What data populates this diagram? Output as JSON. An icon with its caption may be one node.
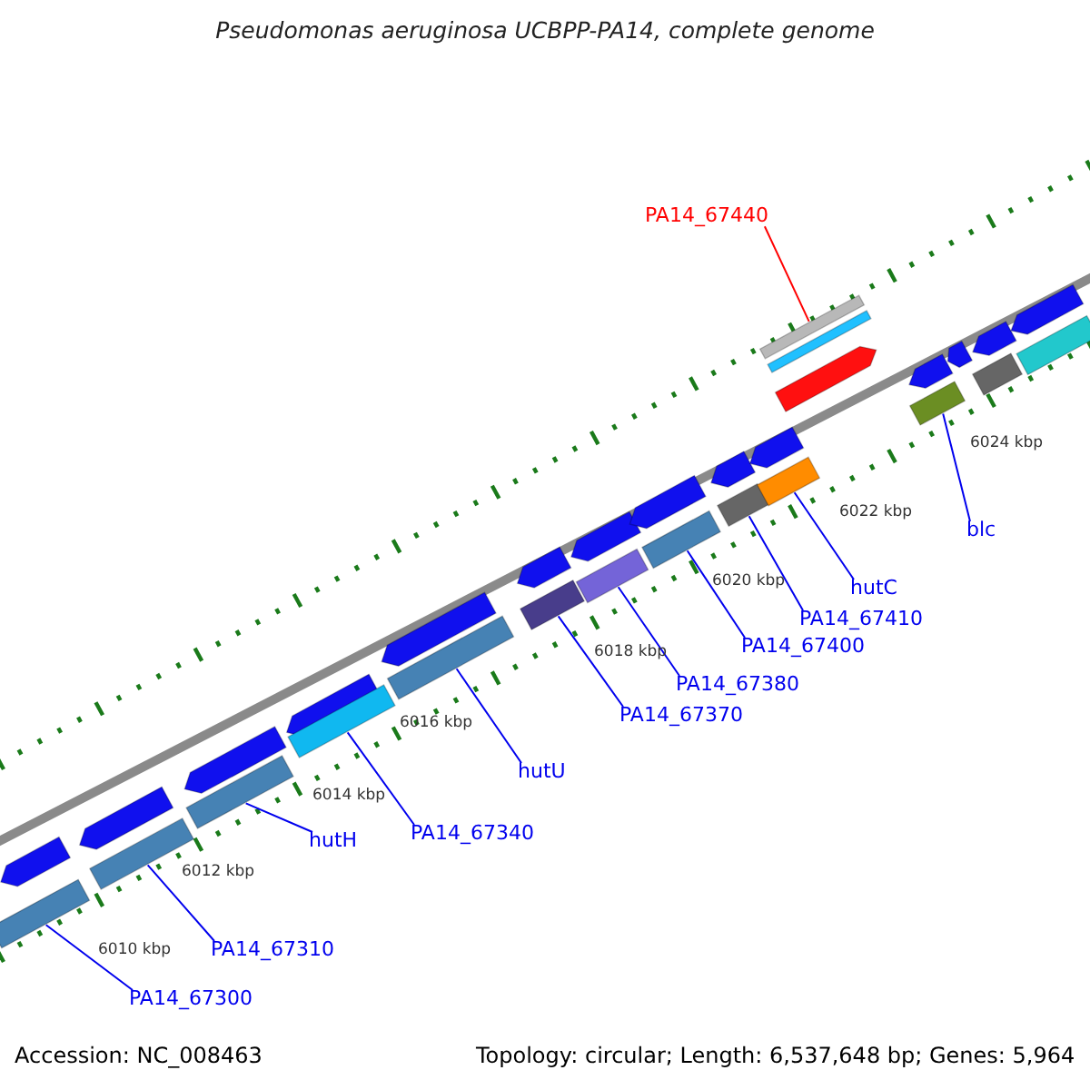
{
  "diagram": {
    "title": "Pseudomonas aeruginosa UCBPP-PA14, complete genome",
    "nodes": [
      {
        "text": [
          "PA14_67440"
        ]
      },
      {
        "text": [
          "blc"
        ]
      },
      {
        "text": [
          "hutC"
        ]
      },
      {
        "text": [
          "PA14_67410"
        ]
      },
      {
        "text": [
          "PA14_67400"
        ]
      },
      {
        "text": [
          "PA14_67380"
        ]
      },
      {
        "text": [
          "PA14_67370"
        ]
      },
      {
        "text": [
          "hutU"
        ]
      },
      {
        "text": [
          "PA14_67340"
        ]
      },
      {
        "text": [
          "hutH"
        ]
      },
      {
        "text": [
          "PA14_67310"
        ]
      },
      {
        "text": [
          "PA14_67300"
        ]
      },
      {
        "text": [],
        "shape": "arrow"
      },
      {
        "text": [],
        "shape": "bar"
      },
      {
        "text": [],
        "shape": "arrow"
      },
      {
        "text": [],
        "shape": "bar"
      },
      {
        "text": [],
        "shape": "arrow"
      },
      {
        "text": [],
        "shape": "bar"
      },
      {
        "text": [],
        "shape": "arrow"
      },
      {
        "text": [],
        "shape": "bar"
      },
      {
        "text": [],
        "shape": "arrow"
      },
      {
        "text": [],
        "shape": "bar"
      },
      {
        "text": [],
        "shape": "arrow"
      },
      {
        "text": [],
        "shape": "bar"
      },
      {
        "text": [],
        "shape": "arrow"
      },
      {
        "text": [],
        "shape": "bar"
      },
      {
        "text": [],
        "shape": "arrow"
      },
      {
        "text": [],
        "shape": "bar"
      },
      {
        "text": [],
        "shape": "arrow"
      },
      {
        "text": [],
        "shape": "bar"
      },
      {
        "text": [],
        "shape": "arrow"
      },
      {
        "text": [],
        "shape": "bar"
      },
      {
        "text": [],
        "shape": "bar"
      },
      {
        "text": [],
        "shape": "bar"
      },
      {
        "text": [],
        "shape": "arrow"
      },
      {
        "text": [],
        "shape": "arrow"
      },
      {
        "text": [],
        "shape": "bar"
      },
      {
        "text": [],
        "shape": "arrow"
      },
      {
        "text": [],
        "shape": "arrow"
      },
      {
        "text": [],
        "shape": "bar"
      },
      {
        "text": [],
        "shape": "arrow"
      },
      {
        "text": [],
        "shape": "bar"
      }
    ],
    "edges": [
      {
        "from": 0,
        "to": 32,
        "arrow": "none",
        "color": "#ff0000"
      },
      {
        "from": 1,
        "to": 36,
        "arrow": "none"
      },
      {
        "from": 2,
        "to": 31,
        "arrow": "none"
      },
      {
        "from": 3,
        "to": 29,
        "arrow": "none"
      },
      {
        "from": 4,
        "to": 27,
        "arrow": "none"
      },
      {
        "from": 5,
        "to": 25,
        "arrow": "none"
      },
      {
        "from": 6,
        "to": 23,
        "arrow": "none"
      },
      {
        "from": 7,
        "to": 21,
        "arrow": "none"
      },
      {
        "from": 8,
        "to": 19,
        "arrow": "none"
      },
      {
        "from": 9,
        "to": 17,
        "arrow": "none"
      },
      {
        "from": 10,
        "to": 15,
        "arrow": "none"
      },
      {
        "from": 11,
        "to": 13,
        "arrow": "none"
      }
    ],
    "labels": [
      "6024 kbp",
      "6022 kbp",
      "6020 kbp",
      "6018 kbp",
      "6016 kbp",
      "6014 kbp",
      "6012 kbp",
      "6010 kbp",
      "Accession: NC_008463",
      "Topology: circular; Length: 6,537,648 bp; Genes: 5,964"
    ]
  }
}
